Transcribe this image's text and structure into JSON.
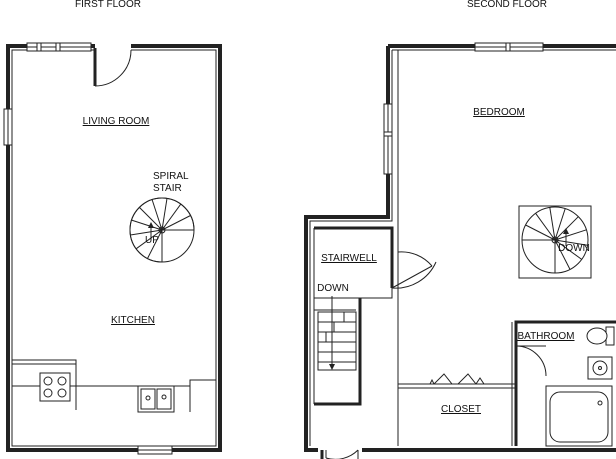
{
  "floors": {
    "first": {
      "title": "FIRST FLOOR",
      "rooms": {
        "living": "LIVING ROOM",
        "kitchen": "KITCHEN"
      },
      "stair": {
        "line1": "SPIRAL",
        "line2": "STAIR",
        "direction": "UP"
      }
    },
    "second": {
      "title": "SECOND FLOOR",
      "rooms": {
        "bedroom": "BEDROOM",
        "stairwell": "STAIRWELL",
        "bathroom": "BATHROOM",
        "closet": "CLOSET"
      },
      "stair_direction": "DOWN",
      "stairwell_direction": "DOWN"
    }
  }
}
